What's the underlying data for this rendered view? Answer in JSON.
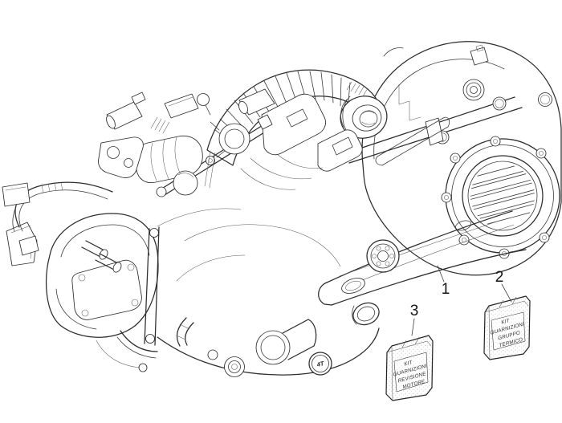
{
  "figure": {
    "kind": "engine-parts-diagram",
    "background_color": "#ffffff",
    "line_color": "#2c2c2c"
  },
  "callouts": [
    {
      "label": "1"
    },
    {
      "label": "2"
    },
    {
      "label": "3"
    }
  ],
  "packets": [
    {
      "callout_ref": "2",
      "lines": [
        "KIT",
        "GUARNIZIONI",
        "GRUPPO",
        "TERMICO"
      ]
    },
    {
      "callout_ref": "3",
      "lines": [
        "KIT",
        "GUARNIZIONI",
        "REVISIONE",
        "MOTORE"
      ]
    }
  ],
  "badges": {
    "oil_cap_label": "4T"
  }
}
